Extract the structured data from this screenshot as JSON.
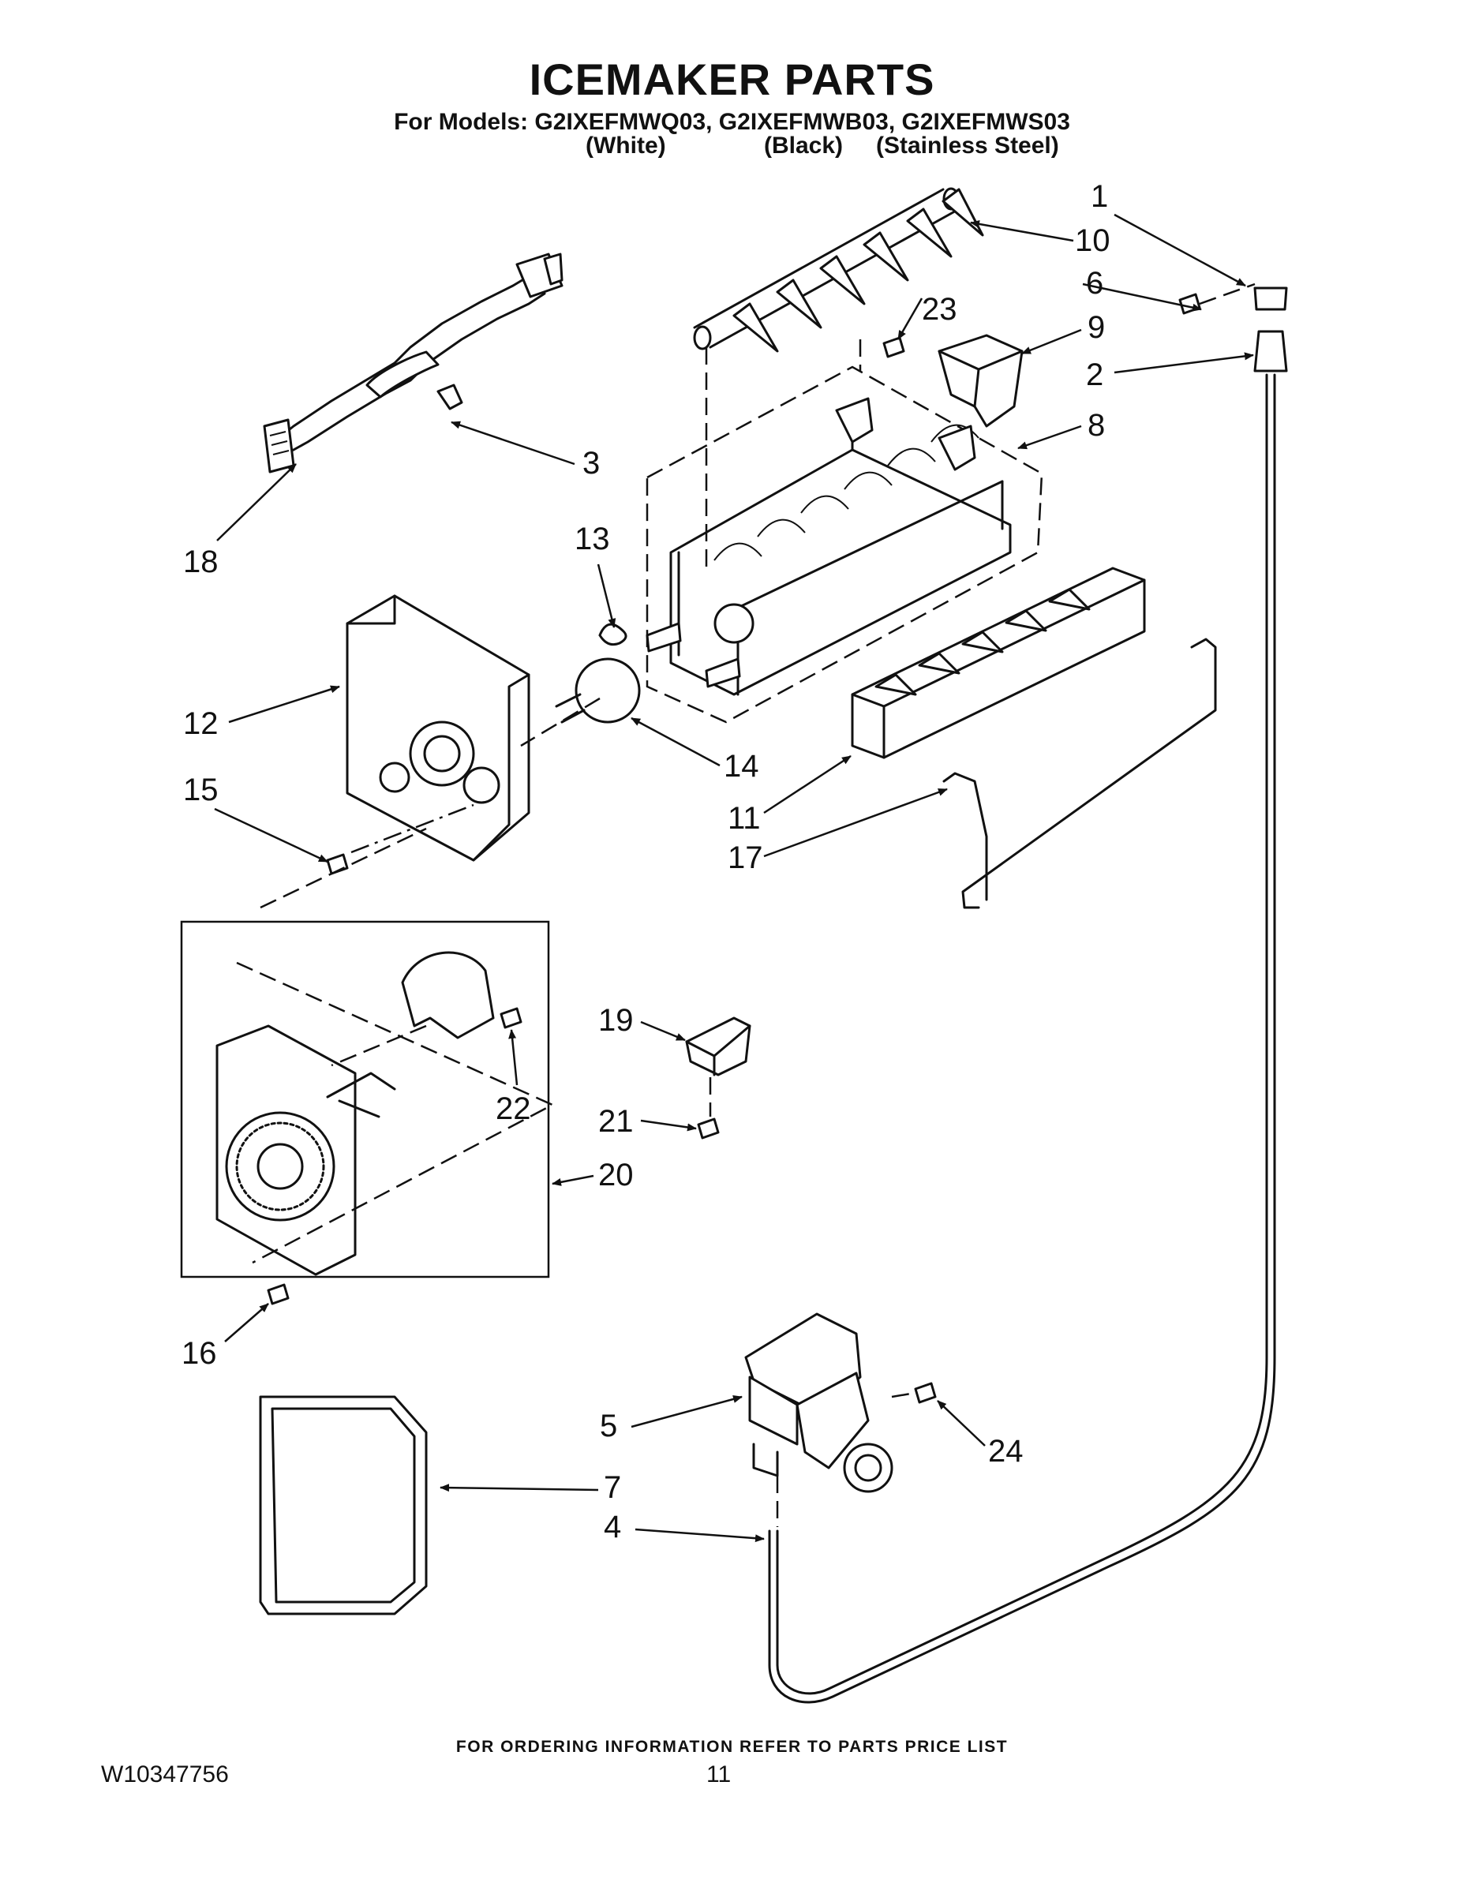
{
  "header": {
    "title": "ICEMAKER PARTS",
    "models_line": "For Models: G2IXEFMWQ03, G2IXEFMWB03, G2IXEFMWS03",
    "color_white": "(White)",
    "color_black": "(Black)",
    "color_stainless": "(Stainless Steel)"
  },
  "callouts": [
    "1",
    "2",
    "3",
    "4",
    "5",
    "6",
    "7",
    "8",
    "9",
    "10",
    "11",
    "12",
    "13",
    "14",
    "15",
    "16",
    "17",
    "18",
    "19",
    "20",
    "21",
    "22",
    "23",
    "24"
  ],
  "footer": {
    "ordering_note": "FOR ORDERING INFORMATION REFER TO PARTS PRICE LIST",
    "document_number": "W10347756",
    "page_number": "11"
  }
}
